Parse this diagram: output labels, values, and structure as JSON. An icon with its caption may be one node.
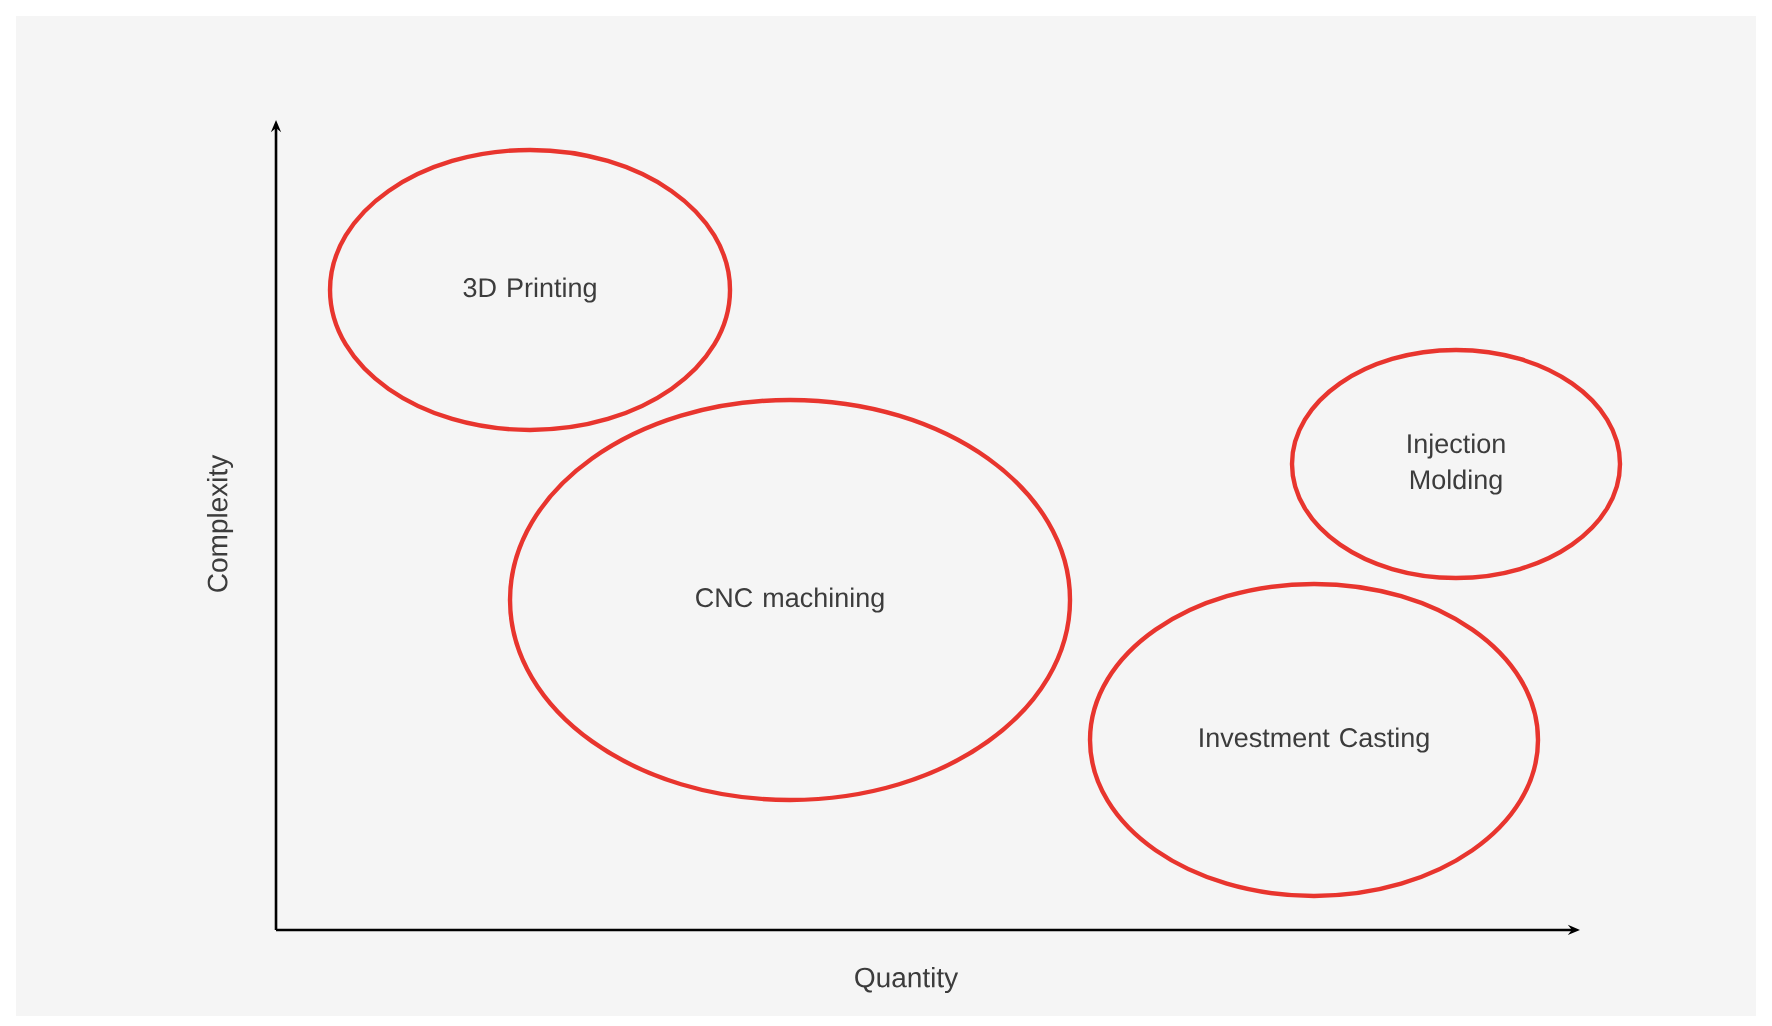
{
  "diagram": {
    "nodes": [
      {
        "text": [
          "3D Printing"
        ]
      },
      {
        "text": [
          "CNC machining"
        ]
      },
      {
        "text": [
          "Injection Molding"
        ]
      },
      {
        "text": [
          "Investment Casting"
        ]
      }
    ],
    "labels": [
      "Complexity",
      "Quantity"
    ]
  }
}
